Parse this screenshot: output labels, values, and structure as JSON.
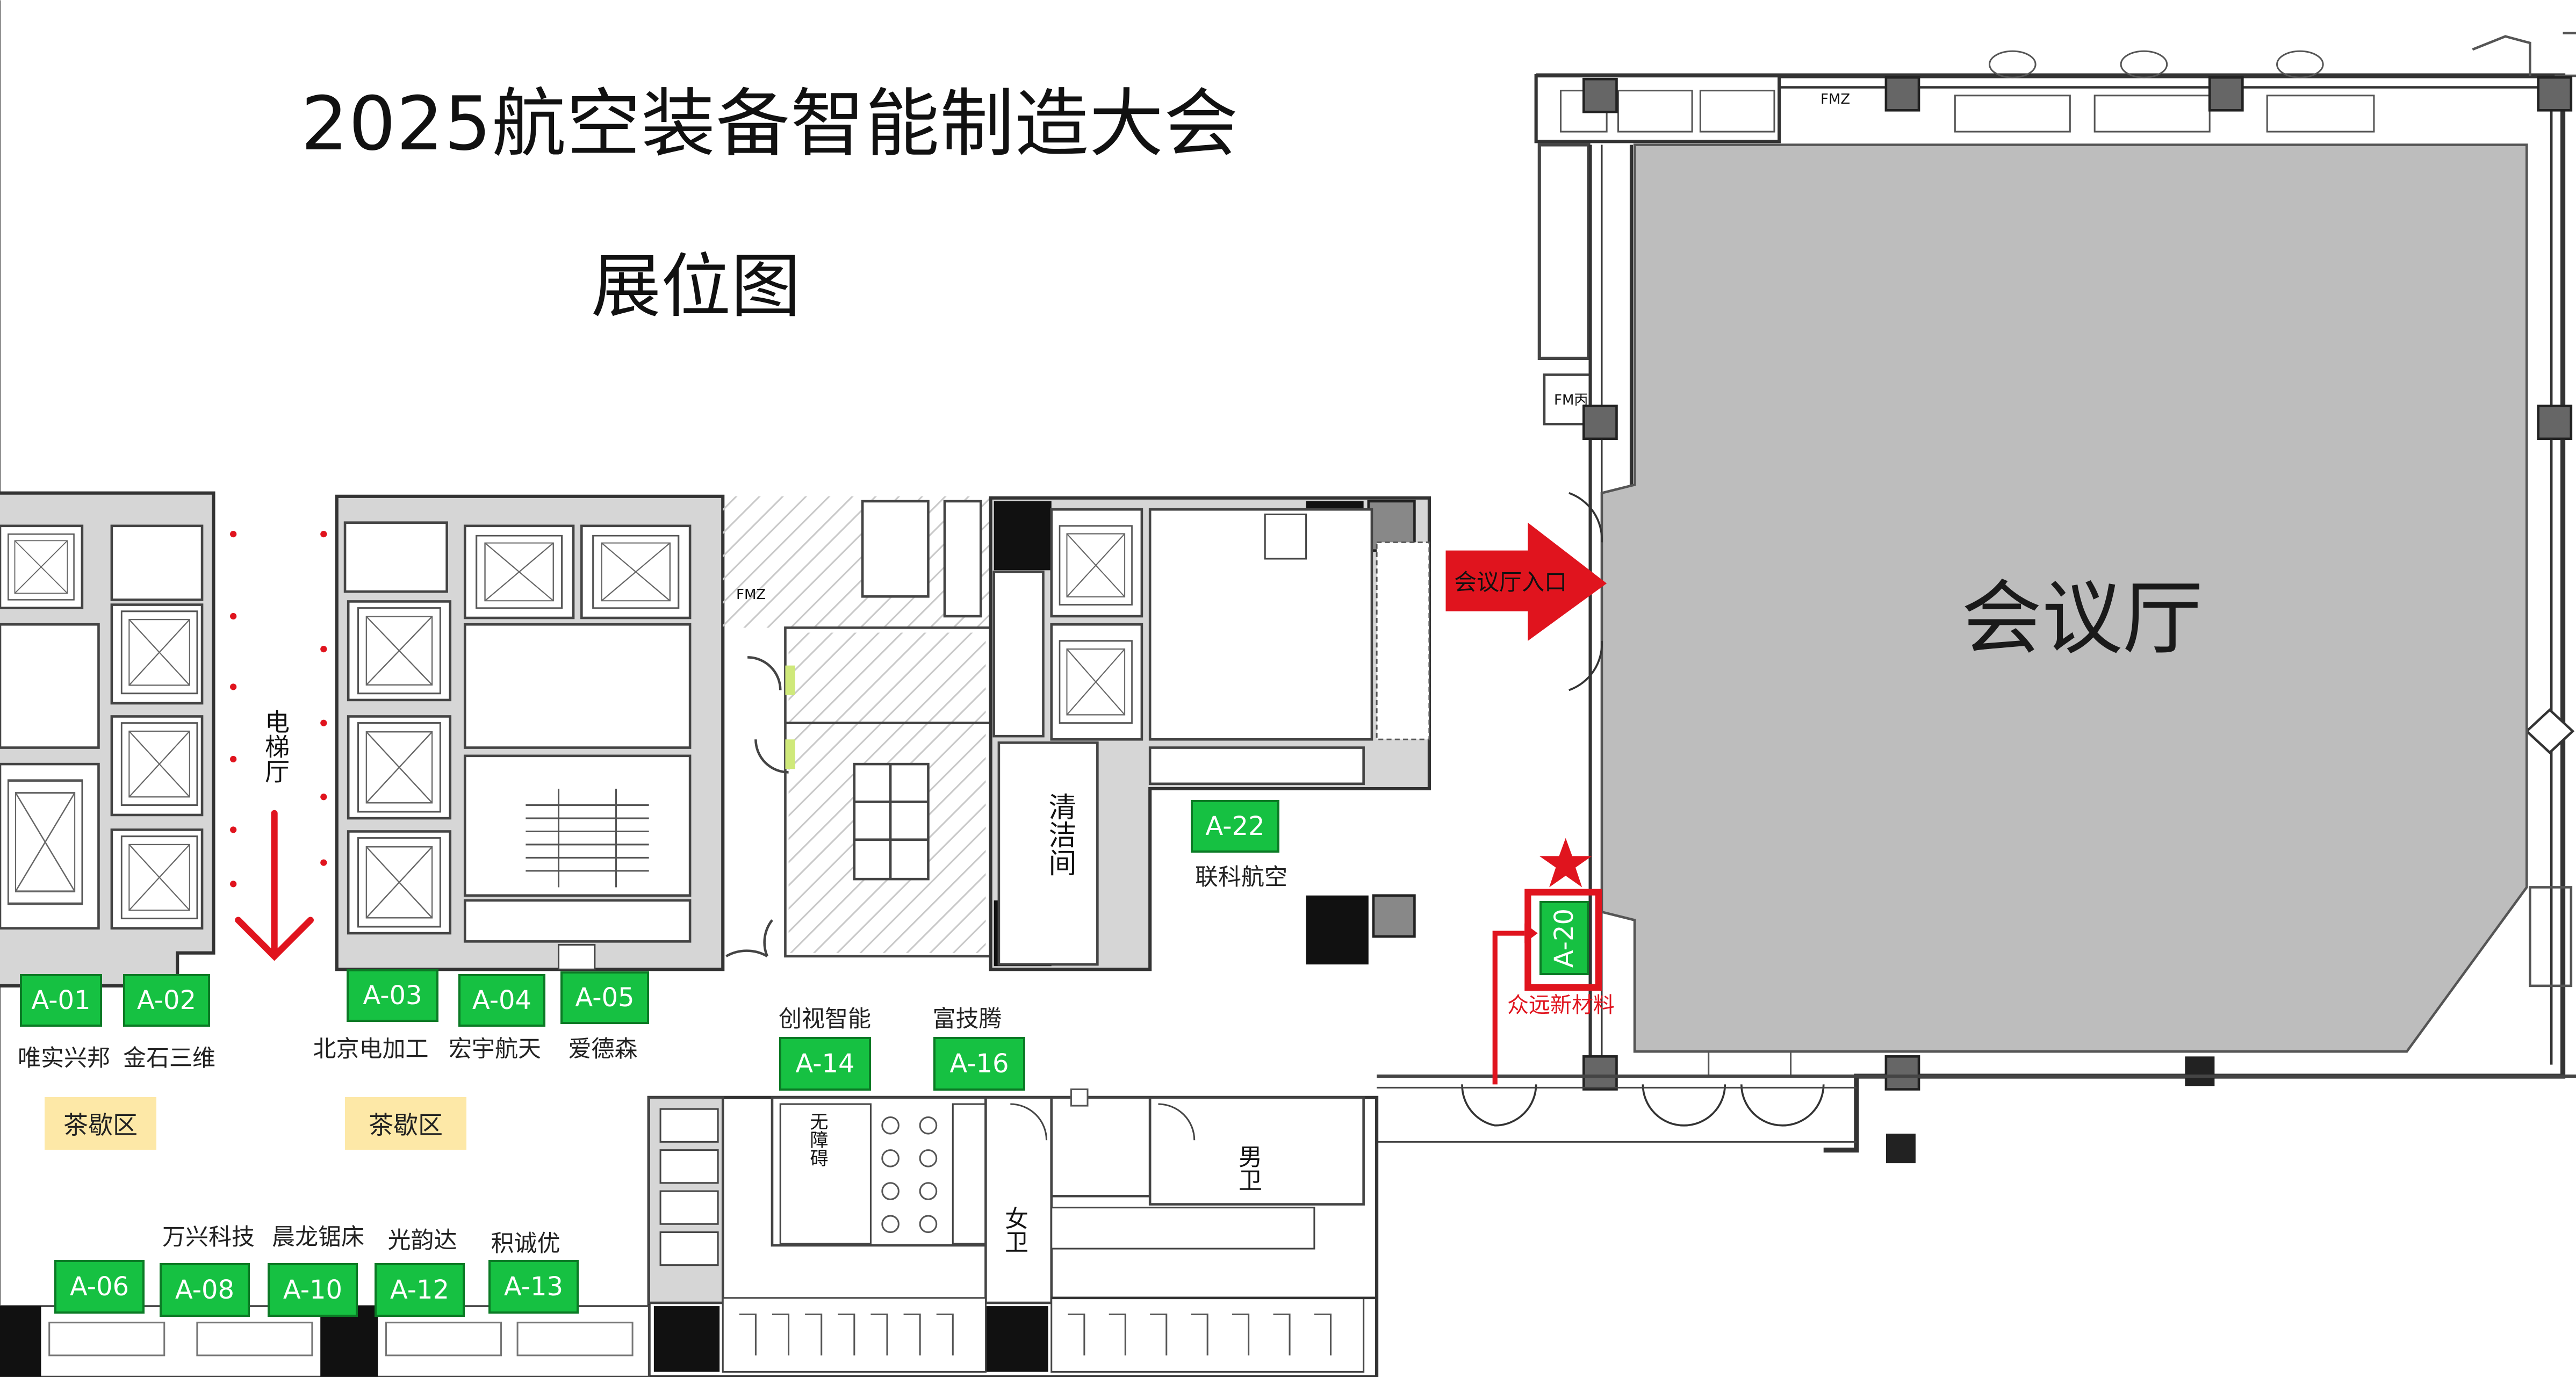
{
  "header": {
    "title": "2025航空装备智能制造大会",
    "subtitle": "展位图"
  },
  "areas": {
    "hall": "会议厅",
    "hall_entrance": "会议厅入口",
    "elevator_lobby": "电梯厅",
    "cleaning_room": "清洁间",
    "womens_restroom": "女卫",
    "mens_restroom": "男卫",
    "accessible_restroom": "无障碍",
    "tea_area_1": "茶歇区",
    "tea_area_2": "茶歇区",
    "fmz_1": "FMZ",
    "fmz_2": "FMZ",
    "fmz_3": "FM丙"
  },
  "booths": {
    "a01": {
      "id": "A-01",
      "company": "唯实兴邦"
    },
    "a02": {
      "id": "A-02",
      "company": "金石三维"
    },
    "a03": {
      "id": "A-03",
      "company": "北京电加工"
    },
    "a04": {
      "id": "A-04",
      "company": "宏宇航天"
    },
    "a05": {
      "id": "A-05",
      "company": "爱德森"
    },
    "a06": {
      "id": "A-06",
      "company": ""
    },
    "a08": {
      "id": "A-08",
      "company": "万兴科技"
    },
    "a10": {
      "id": "A-10",
      "company": "晨龙锯床"
    },
    "a12": {
      "id": "A-12",
      "company": "光韵达"
    },
    "a13": {
      "id": "A-13",
      "company": "积诚优"
    },
    "a14": {
      "id": "A-14",
      "company": "创视智能"
    },
    "a16": {
      "id": "A-16",
      "company": "富技腾"
    },
    "a20": {
      "id": "A-20",
      "company": "众远新材料"
    },
    "a22": {
      "id": "A-22",
      "company": "联科航空"
    }
  },
  "colors": {
    "booth_fill": "#16c142",
    "booth_border": "#0b7a25",
    "hall_fill": "#bdbdbd",
    "highlight_red": "#e0141e",
    "tea_fill": "#fde8a7",
    "wall": "#444444",
    "wall_fill": "#d6d6d6"
  }
}
